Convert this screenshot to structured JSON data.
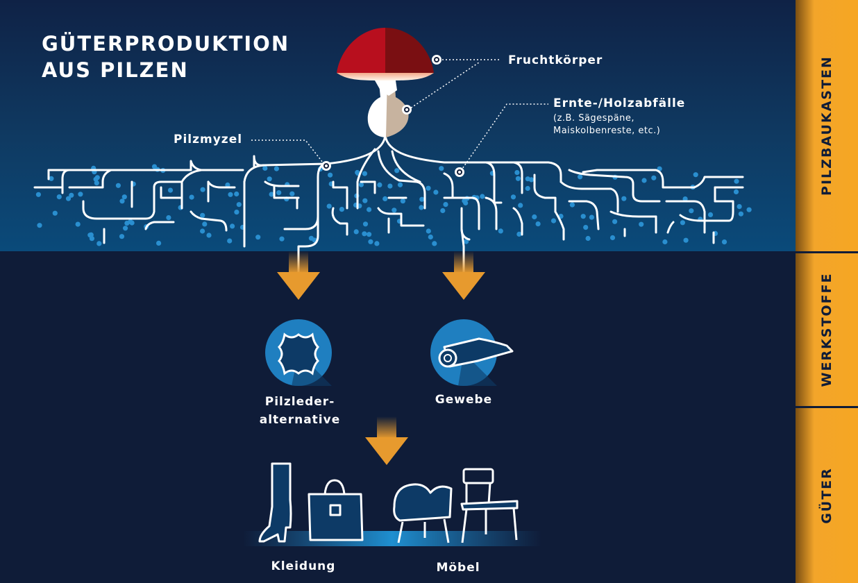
{
  "title": {
    "line1": "GÜTERPRODUKTION",
    "line2": "AUS PILZEN"
  },
  "labels": {
    "fruchtkoerper": "Fruchtkörper",
    "ernte": "Ernte-/Holzabfälle",
    "ernte_sub1": "(z.B. Sägespäne,",
    "ernte_sub2": "Maiskolbenreste, etc.)",
    "pilzmyzel": "Pilzmyzel"
  },
  "materials": {
    "leather_line1": "Pilzleder-",
    "leather_line2": "alternative",
    "fabric": "Gewebe"
  },
  "goods": {
    "clothing": "Kleidung",
    "furniture": "Möbel"
  },
  "sidebar": [
    {
      "label": "PILZBAUKASTEN"
    },
    {
      "label": "WERKSTOFFE"
    },
    {
      "label": "GÜTER"
    }
  ],
  "colors": {
    "background": "#0f1c38",
    "sidebar": "#f3a52a",
    "accent": "#1f7fc0",
    "mushroom_cap": "#b80f1e",
    "arrow": "#e79a2e"
  },
  "icons": [
    "leather-icon",
    "fabric-roll-icon",
    "boot-icon",
    "bag-icon",
    "armchair-icon",
    "chair-icon"
  ]
}
